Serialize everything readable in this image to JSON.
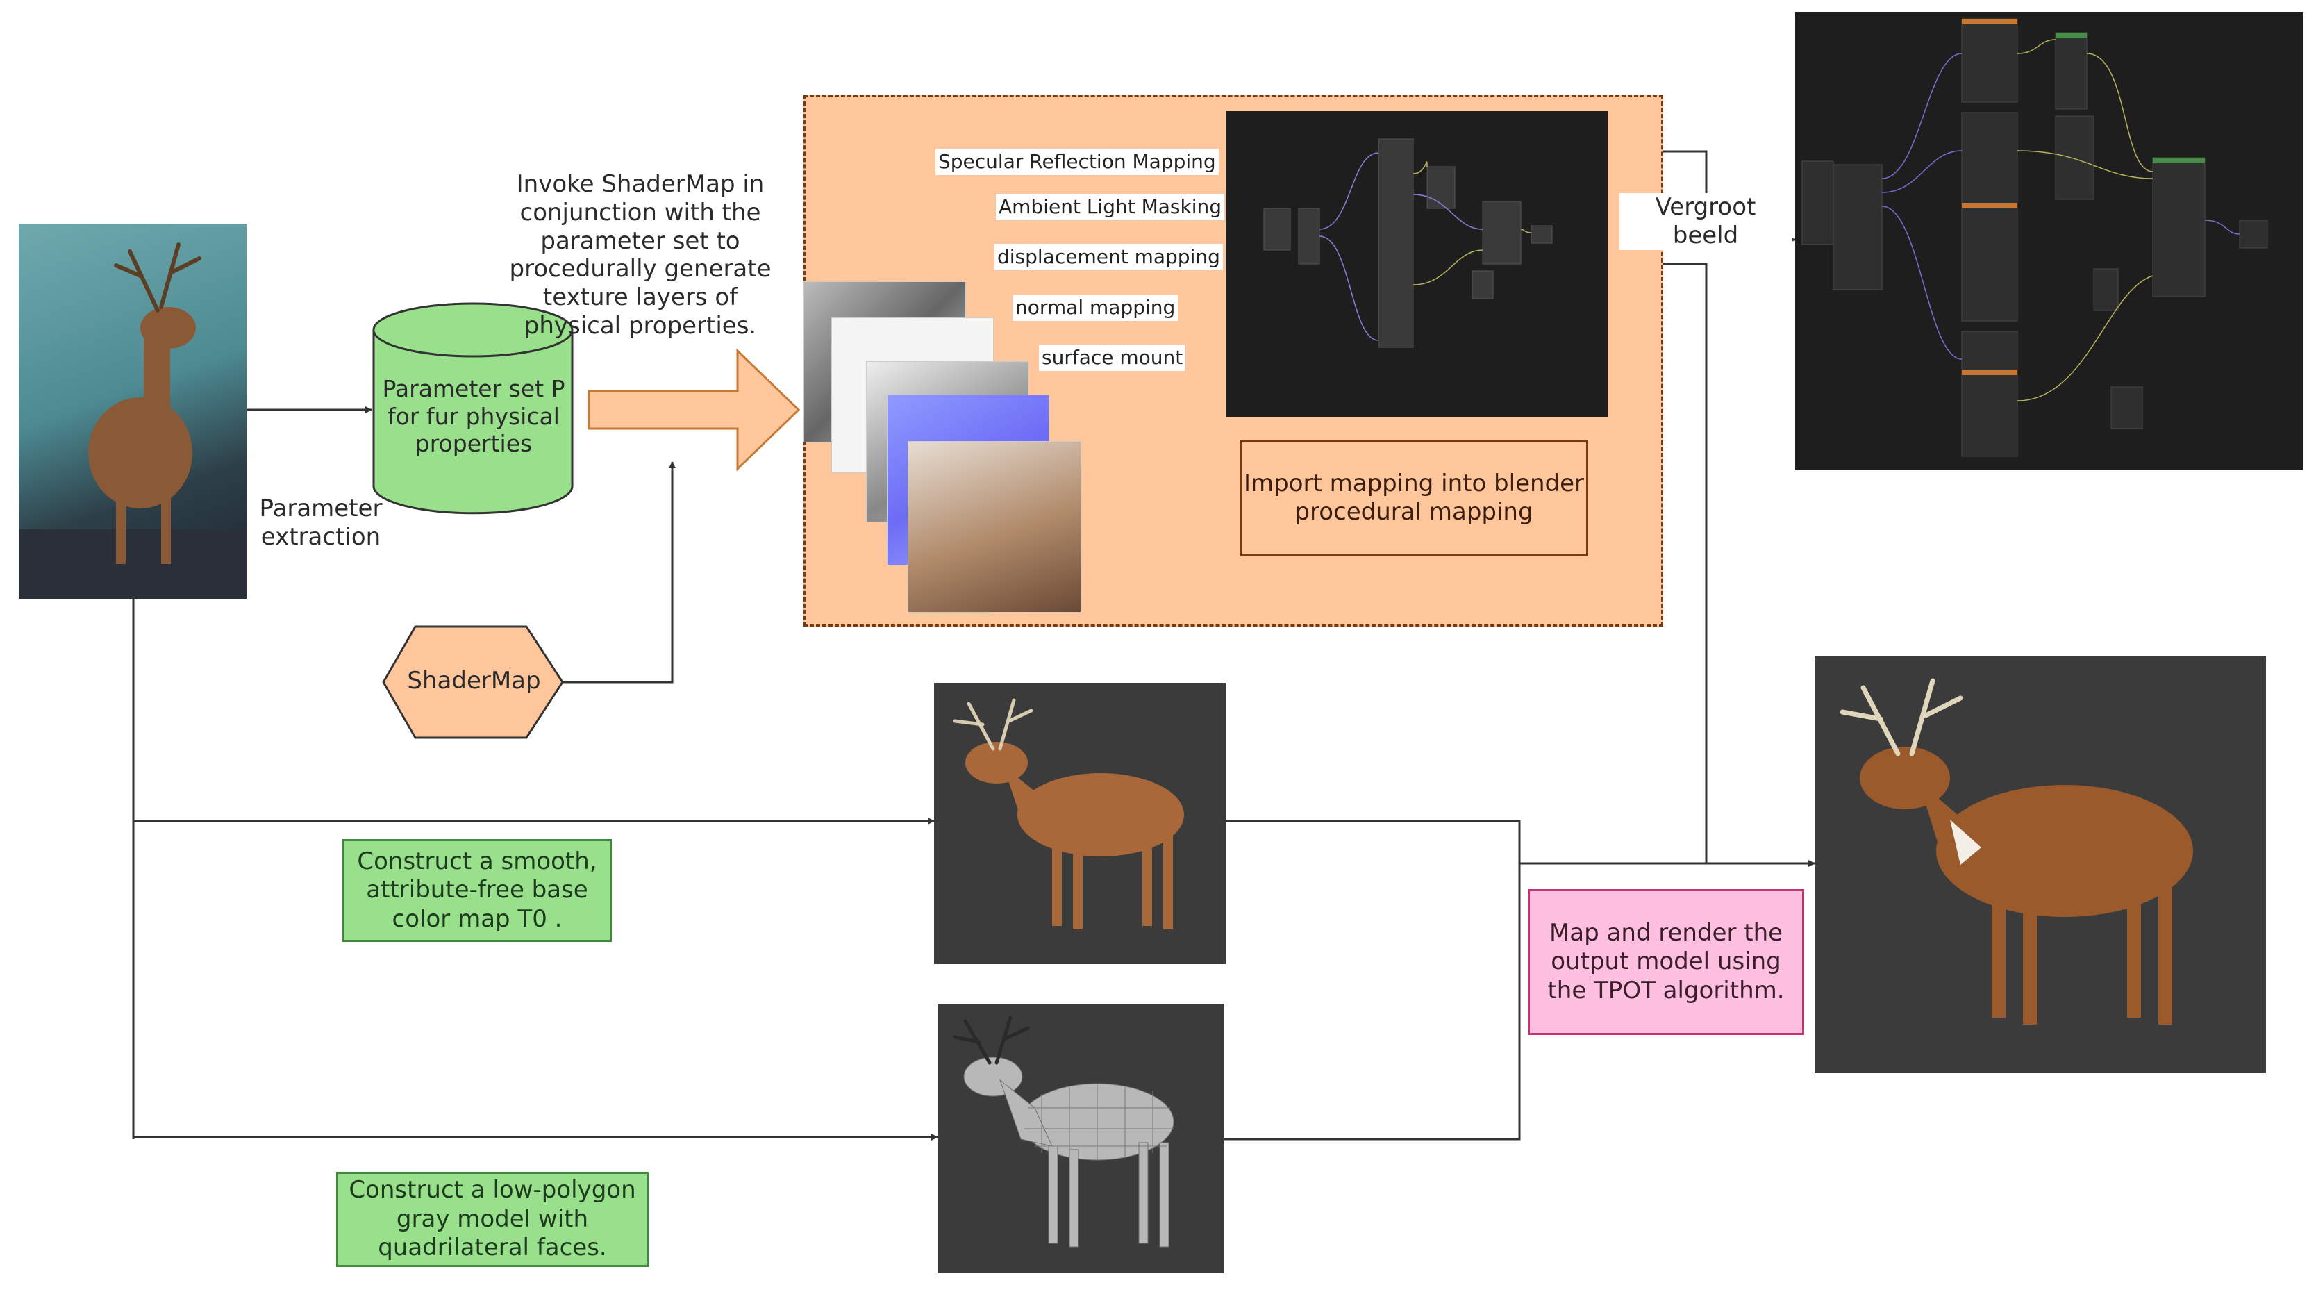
{
  "labels": {
    "invoke": "Invoke ShaderMap in conjunction with the parameter set  to procedurally generate texture layers of physical properties.",
    "param_extraction": "Parameter extraction",
    "vergroot": "Vergroot beeld"
  },
  "nodes": {
    "parameter_set": "Parameter set P for fur physical properties",
    "shadermap": "ShaderMap",
    "import_mapping": "Import mapping into blender procedural mapping",
    "base_color": "Construct a smooth, attribute-free base color map T0 .",
    "low_poly": "Construct a low-polygon gray model with quadrilateral faces.",
    "render_output": "Map and render the output model using the TPOT algorithm."
  },
  "mappings": [
    "Specular Reflection Mapping",
    "Ambient Light Masking",
    "displacement mapping",
    "normal mapping",
    "surface mount"
  ],
  "colors": {
    "orange_fill": "#ffc69b",
    "orange_border": "#c77a35",
    "green_fill": "#98e08b",
    "pink_fill": "#ffbfe0",
    "dark_panel": "#1e1e1e",
    "render_bg": "#3b3b3b",
    "line": "#333333"
  }
}
